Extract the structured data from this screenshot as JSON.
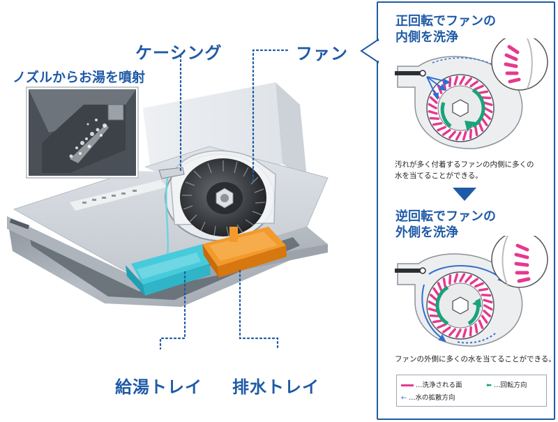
{
  "labels": {
    "nozzle": "ノズルからお湯を噴射",
    "casing": "ケーシング",
    "fan": "ファン",
    "supply_tray": "給湯トレイ",
    "drain_tray": "排水トレイ"
  },
  "panel": {
    "forward": {
      "title_line1": "正回転でファンの",
      "title_line2": "内側を洗浄",
      "desc_line1": "汚れが多く付着するファンの内側に多くの",
      "desc_line2": "水を当てることができる。"
    },
    "reverse": {
      "title_line1": "逆回転でファンの",
      "title_line2": "外側を洗浄",
      "desc_line1": "ファンの外側に多くの水を当てることができる。"
    },
    "legend": {
      "washed_surface": "…洗浄される面",
      "rotation": "…回転方向",
      "spray": "…水の拡散方向"
    }
  },
  "colors": {
    "accent_blue": "#1f5aa6",
    "washed_magenta": "#e6388f",
    "rotation_green": "#1aa37a",
    "spray_blue": "#2f6fd0",
    "supply_tray_cyan": "#35c4d6",
    "drain_tray_orange": "#f28a1e"
  }
}
